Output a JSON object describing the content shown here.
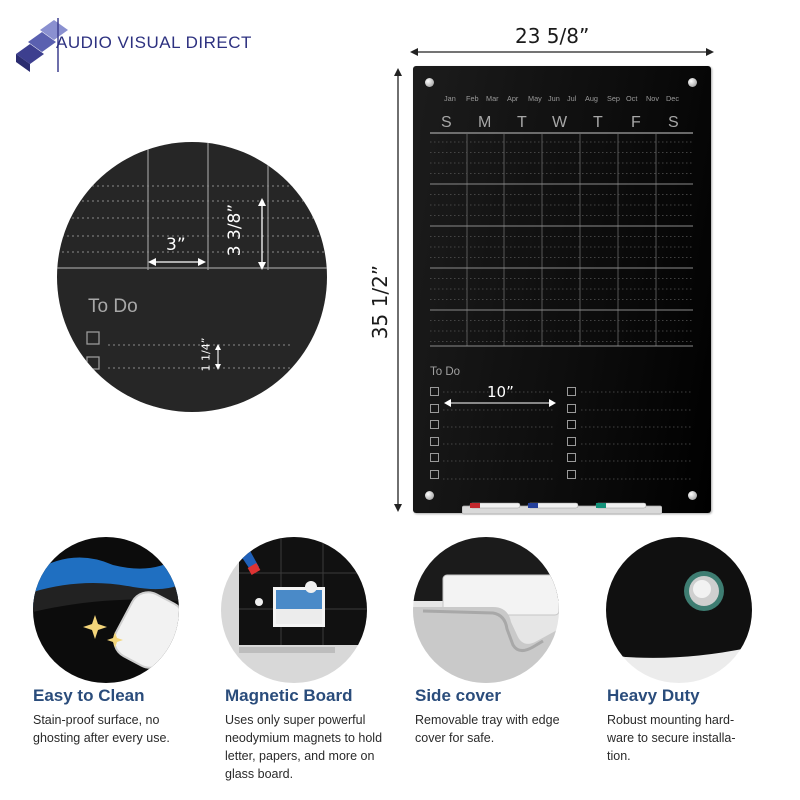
{
  "brand": {
    "name": "AUDIO VISUAL DIRECT"
  },
  "dimensions": {
    "width": "23 5/8”",
    "height": "35 1/2”",
    "cell_width": "3”",
    "cell_height": "3 3/8”",
    "line_spacing": "1 1/4”",
    "todo_width": "10”"
  },
  "board": {
    "months": [
      "Jan",
      "Feb",
      "Mar",
      "Apr",
      "May",
      "Jun",
      "Jul",
      "Aug",
      "Sep",
      "Oct",
      "Nov",
      "Dec"
    ],
    "days": [
      "S",
      "M",
      "T",
      "W",
      "T",
      "F",
      "S"
    ],
    "todo_title": "To Do"
  },
  "zoom": {
    "todo_title": "To Do"
  },
  "features": [
    {
      "title": "Easy to Clean",
      "desc": "Stain-proof surface, no ghosting after every use.",
      "icon": "eraser-icon"
    },
    {
      "title": "Magnetic Board",
      "desc": "Uses only super powerful neodymium magnets to hold letter, papers, and more on glass board.",
      "icon": "magnet-icon"
    },
    {
      "title": "Side cover",
      "desc": "Removable tray with edge cover for safe.",
      "icon": "tray-icon"
    },
    {
      "title": "Heavy Duty",
      "desc": "Robust mounting hard-ware to secure installa-tion.",
      "icon": "mount-icon"
    }
  ],
  "colors": {
    "accent": "#2a4c7b",
    "board": "#0d0d0d",
    "brand": "#2d3180"
  }
}
